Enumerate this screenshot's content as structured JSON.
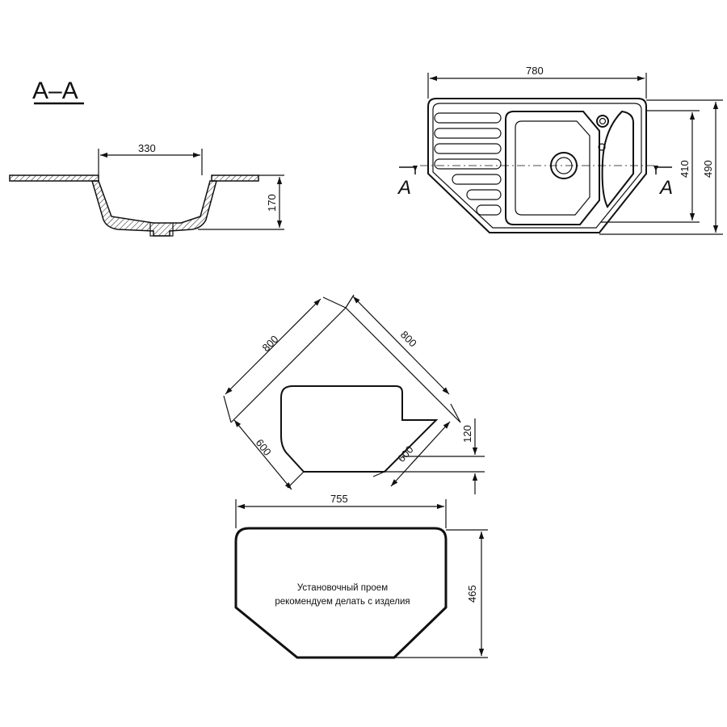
{
  "section": {
    "title": "A–A",
    "width_label": "330",
    "depth_label": "170"
  },
  "top_view": {
    "length_label": "780",
    "width_inner_label": "410",
    "width_outer_label": "490",
    "cut_left_label": "A",
    "cut_right_label": "A"
  },
  "corner_layout": {
    "side_left_label": "800",
    "side_right_label": "800",
    "offset_left_label": "600",
    "offset_right_label": "600",
    "gap_label": "120"
  },
  "cutout": {
    "width_label": "755",
    "height_label": "465",
    "note_line1": "Установочный проем",
    "note_line2": "рекомендуем делать с изделия"
  }
}
